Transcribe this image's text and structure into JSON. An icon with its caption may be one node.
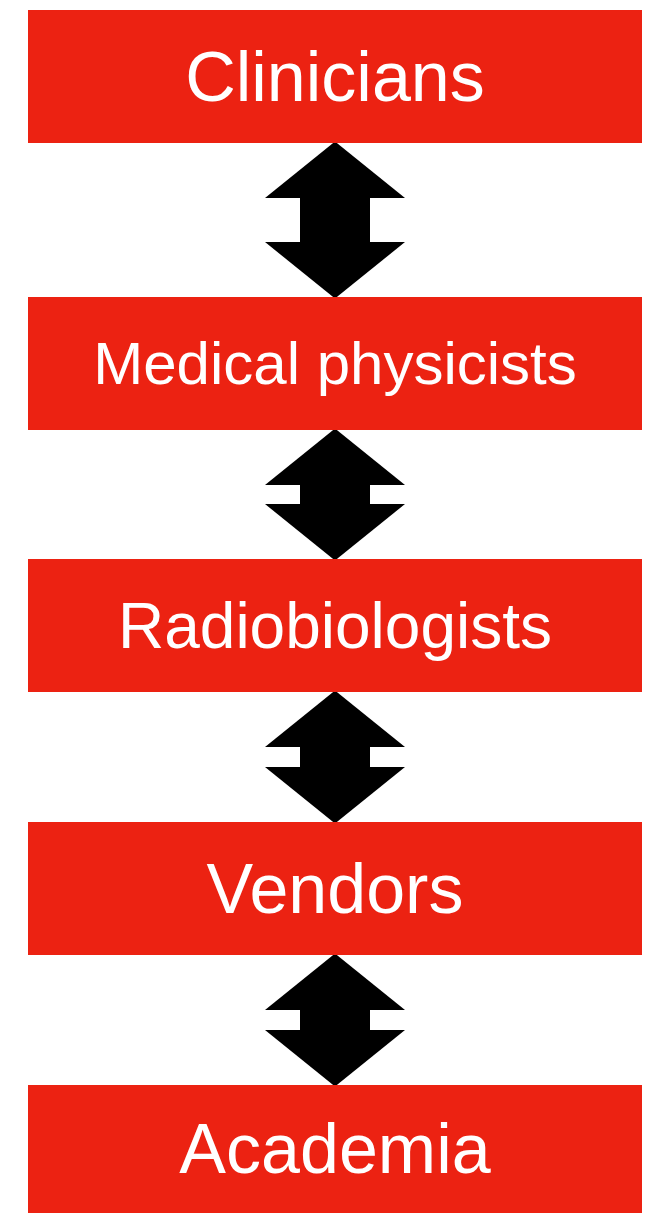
{
  "diagram": {
    "nodes": [
      {
        "text": [
          "Clinicians"
        ]
      },
      {
        "text": [
          "Medical physicists"
        ]
      },
      {
        "text": [
          "Radiobiologists"
        ]
      },
      {
        "text": [
          "Vendors"
        ]
      },
      {
        "text": [
          "Academia"
        ]
      }
    ],
    "edges": [
      {
        "from": 0,
        "to": 1,
        "arrow": "both"
      },
      {
        "from": 1,
        "to": 2,
        "arrow": "both"
      },
      {
        "from": 2,
        "to": 3,
        "arrow": "both"
      },
      {
        "from": 3,
        "to": 4,
        "arrow": "both"
      }
    ]
  }
}
